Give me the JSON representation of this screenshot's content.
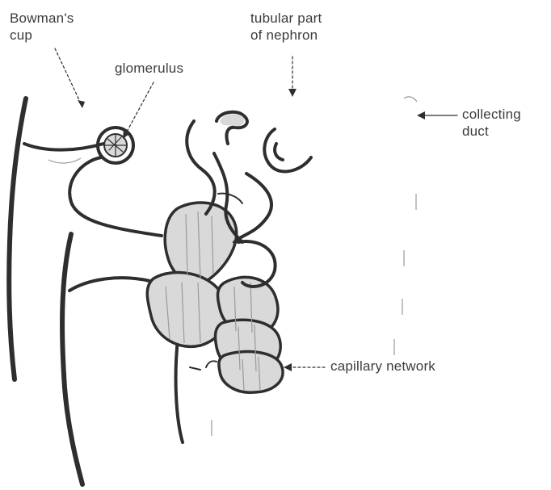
{
  "labels": {
    "bowmans_cup": [
      "Bowman's",
      "cup"
    ],
    "glomerulus": "glomerulus",
    "tubular_part": [
      "tubular part",
      "of nephron"
    ],
    "collecting_duct": [
      "collecting",
      "duct"
    ],
    "capillary_network": "capillary network"
  },
  "colors": {
    "line": "#2e2e2e",
    "capillary_fill": "#d9d9d9",
    "text": "#3c3c3c"
  }
}
